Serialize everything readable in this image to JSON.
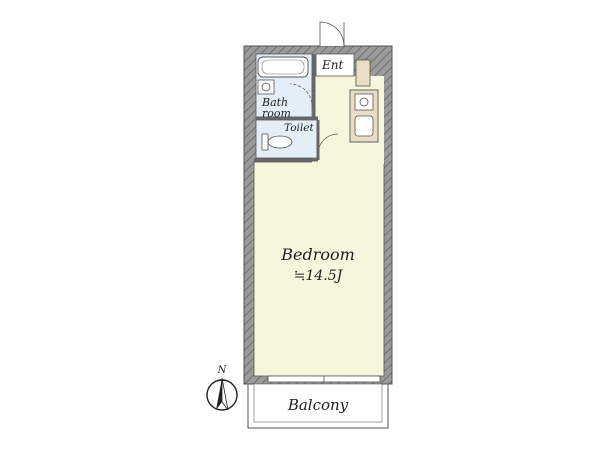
{
  "rooms": {
    "entrance": "Ent",
    "bathroom_line1": "Bath",
    "bathroom_line2": "room",
    "toilet": "Toilet",
    "bedroom": "Bedroom",
    "bedroom_area": "≒14.5J",
    "balcony": "Balcony"
  },
  "compass": {
    "north": "N"
  },
  "colors": {
    "wall": "#9a9a9a",
    "wall_edge": "#555555",
    "bedroom_floor": "#f6f6dc",
    "wet_area_floor": "#e4eef8",
    "entrance_floor": "#ffffff",
    "kitchen_counter": "#e9dec4",
    "fixture_stroke": "#555555"
  }
}
